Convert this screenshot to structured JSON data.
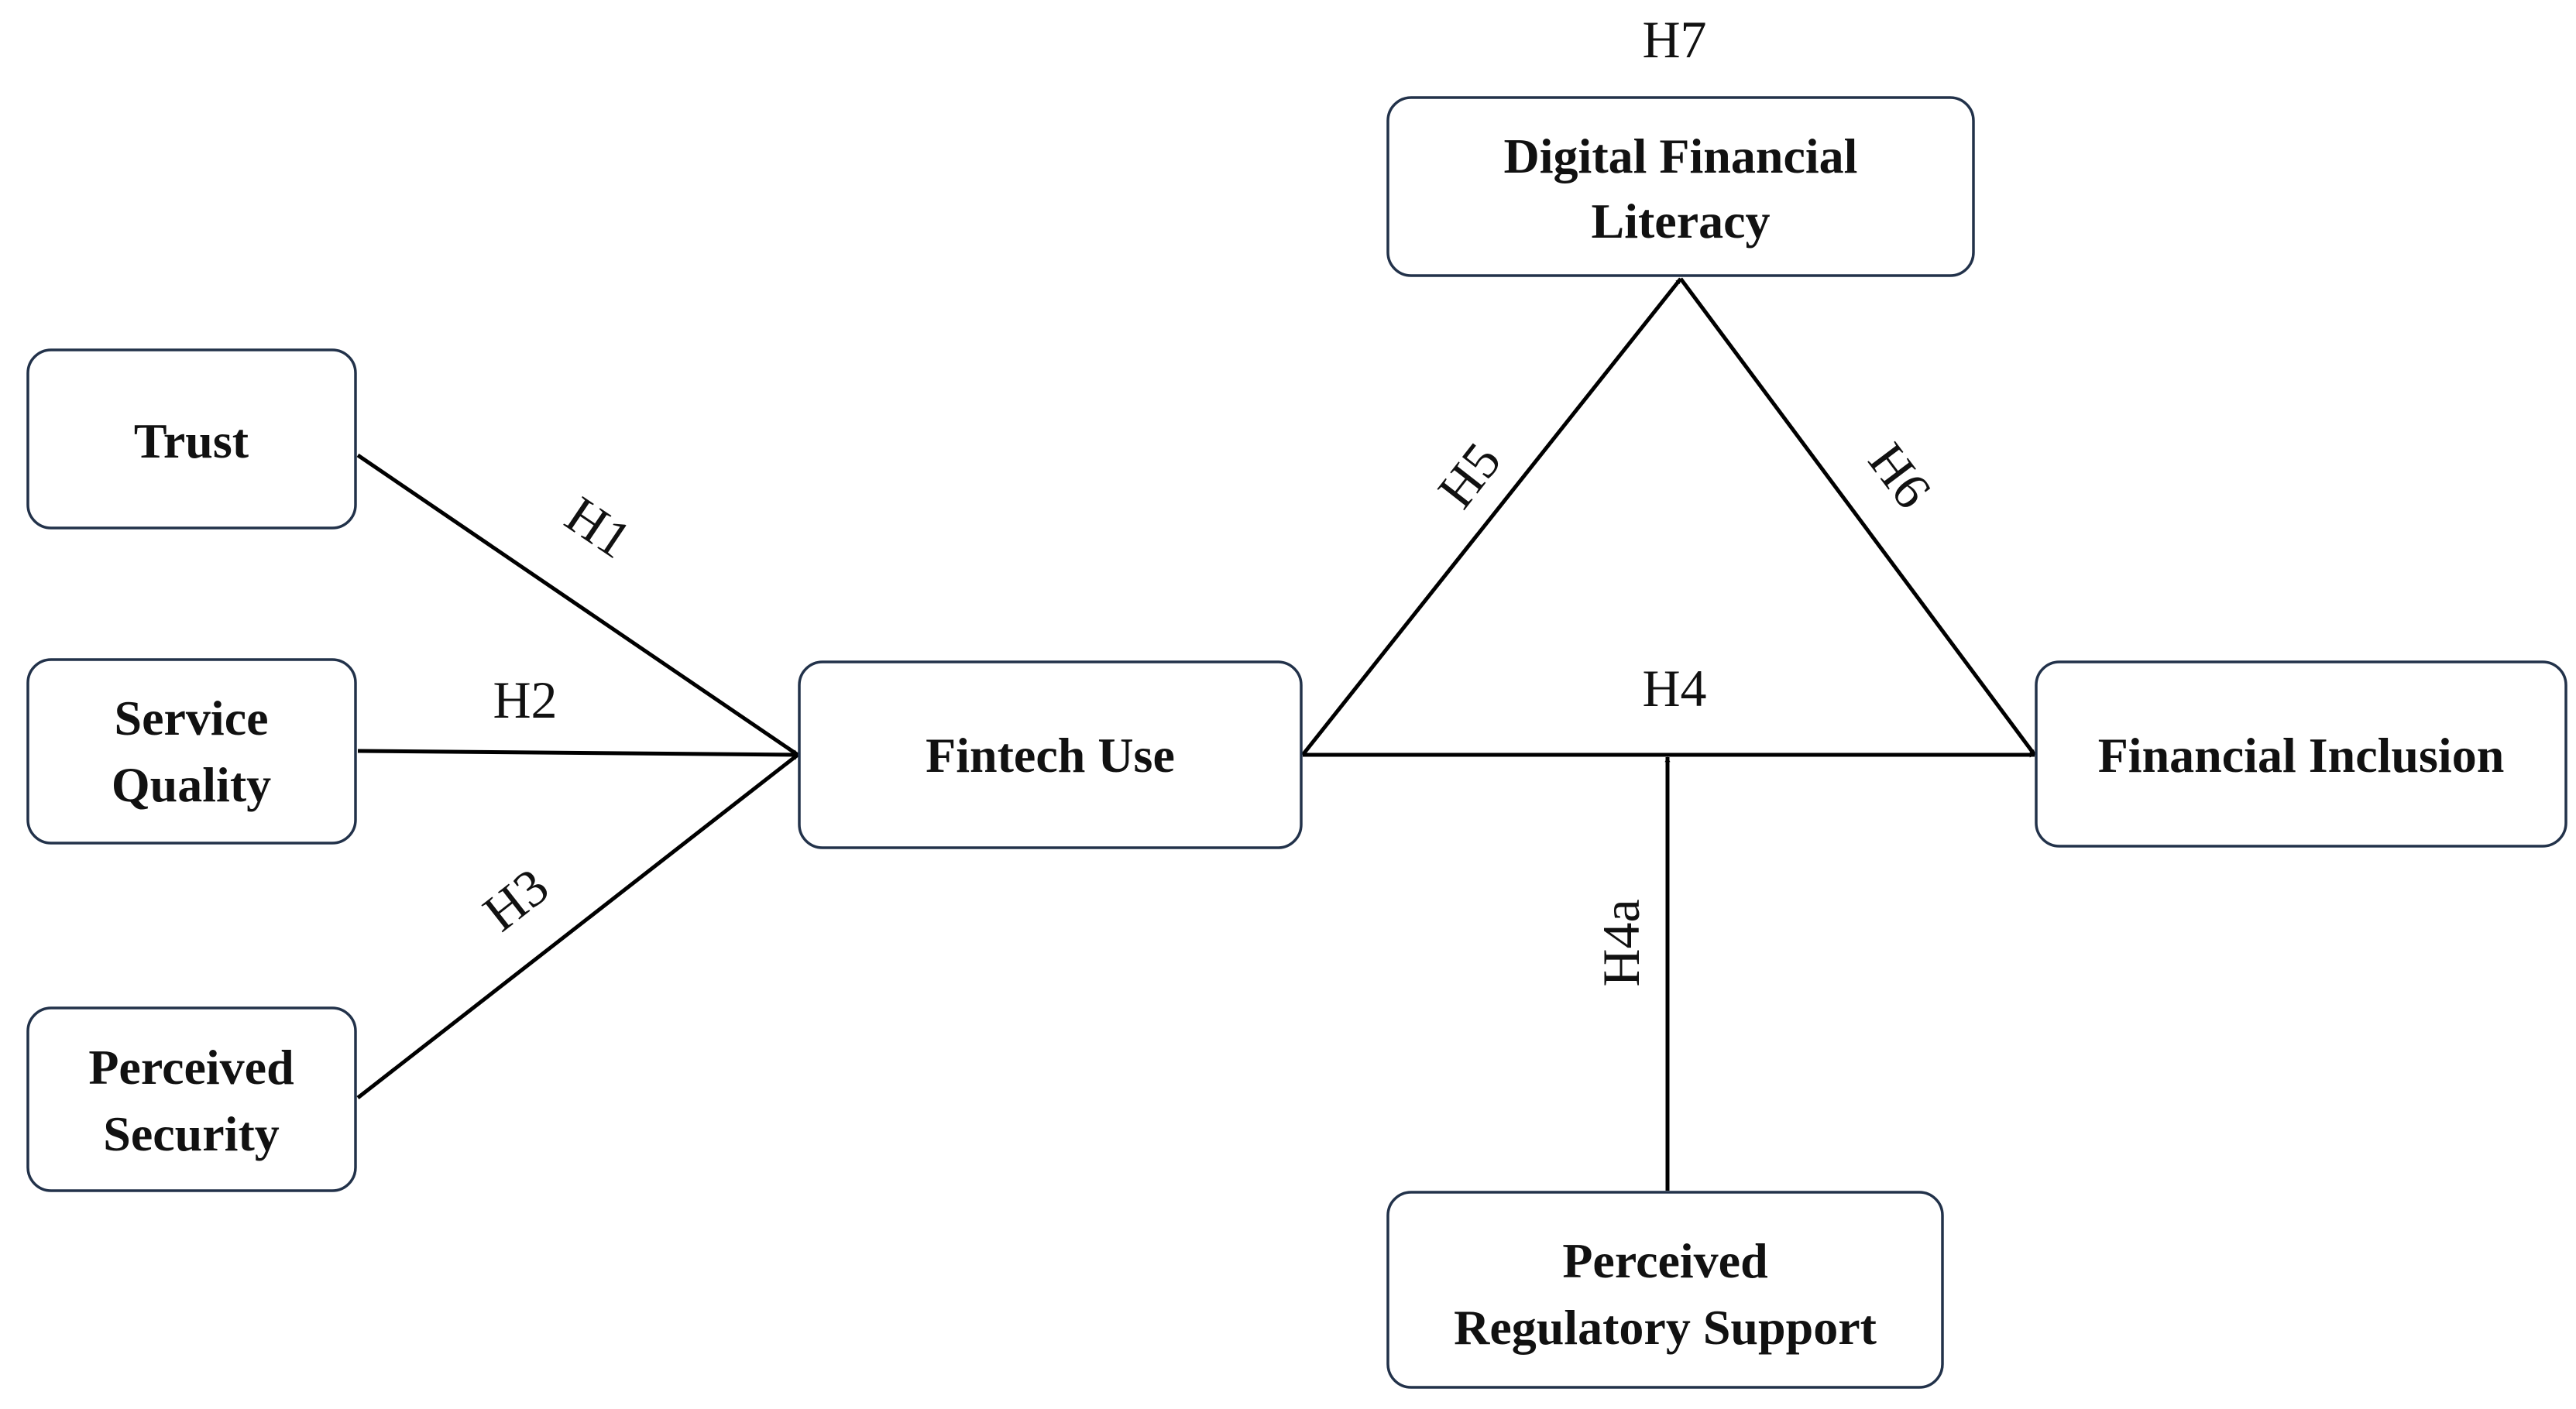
{
  "nodes": {
    "trust": {
      "lines": [
        "Trust"
      ]
    },
    "service_quality": {
      "lines": [
        "Service",
        "Quality"
      ]
    },
    "perceived_security": {
      "lines": [
        "Perceived",
        "Security"
      ]
    },
    "fintech_use": {
      "lines": [
        "Fintech Use"
      ]
    },
    "digital_financial_literacy": {
      "lines": [
        "Digital Financial",
        "Literacy"
      ]
    },
    "financial_inclusion": {
      "lines": [
        "Financial Inclusion"
      ]
    },
    "perceived_regulatory_support": {
      "lines": [
        "Perceived",
        "Regulatory Support"
      ]
    }
  },
  "edges": [
    {
      "id": "H1",
      "from": "Trust",
      "to": "Fintech Use",
      "label": "H1"
    },
    {
      "id": "H2",
      "from": "Service Quality",
      "to": "Fintech Use",
      "label": "H2"
    },
    {
      "id": "H3",
      "from": "Perceived Security",
      "to": "Fintech Use",
      "label": "H3"
    },
    {
      "id": "H4",
      "from": "Fintech Use",
      "to": "Financial Inclusion",
      "label": "H4"
    },
    {
      "id": "H4a",
      "from": "Perceived Regulatory Support",
      "to": "H4",
      "label": "H4a"
    },
    {
      "id": "H5",
      "from": "Fintech Use",
      "to": "Digital Financial Literacy",
      "label": "H5"
    },
    {
      "id": "H6",
      "from": "Digital Financial Literacy",
      "to": "Financial Inclusion",
      "label": "H6"
    }
  ],
  "mediation_label": "H7",
  "colors": {
    "box_border": "#22324a",
    "line": "#000000",
    "text": "#111111"
  }
}
